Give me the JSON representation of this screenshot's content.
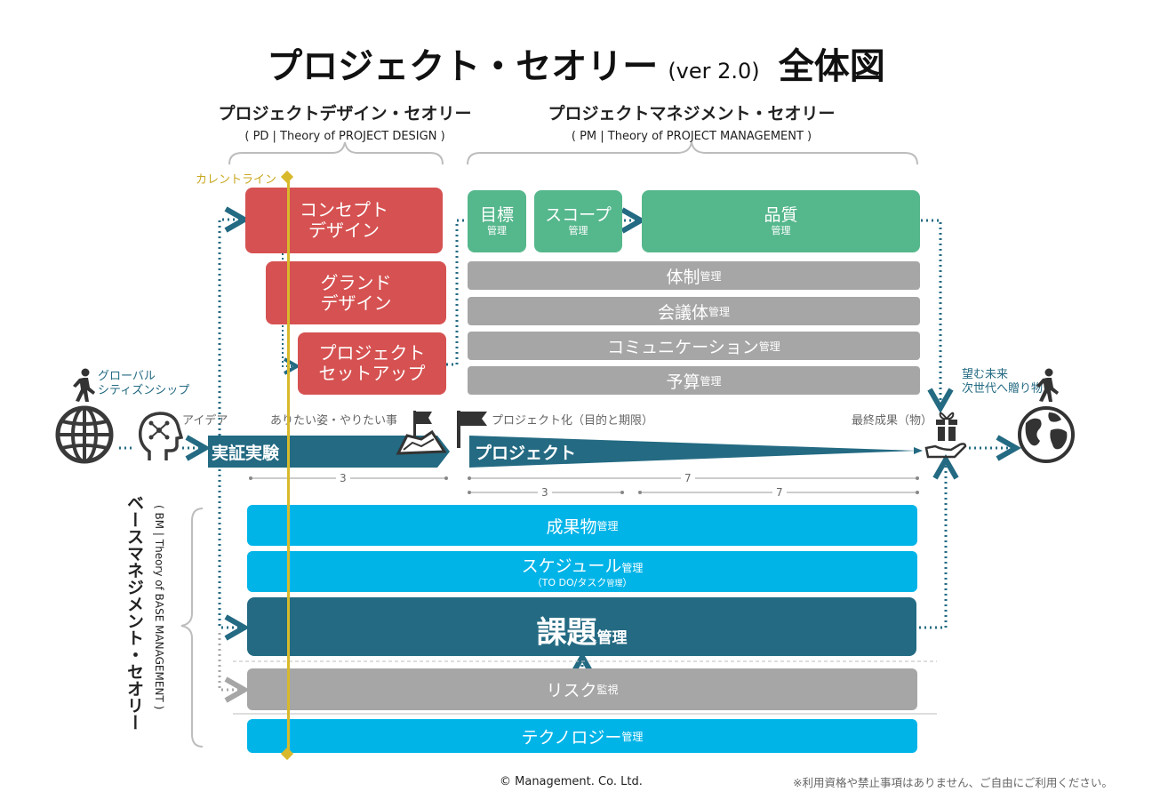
{
  "title": {
    "main": "プロジェクト・セオリー",
    "version": "(ver 2.0)",
    "suffix": "全体図"
  },
  "pd": {
    "title": "プロジェクトデザイン・セオリー",
    "subtitle": "( PD | Theory of PROJECT DESIGN )"
  },
  "pm": {
    "title": "プロジェクトマネジメント・セオリー",
    "subtitle": "( PM | Theory of PROJECT MANAGEMENT )"
  },
  "bm": {
    "title": "ベースマネジメント・セオリー",
    "subtitle": "( BM | Theory of BASE MANAGEMENT )"
  },
  "current_line_label": "カレントライン",
  "design": {
    "concept_l1": "コンセプト",
    "concept_l2": "デザイン",
    "grand_l1": "グランド",
    "grand_l2": "デザイン",
    "setup_l1": "プロジェクト",
    "setup_l2": "セットアップ"
  },
  "pm_boxes": {
    "goal": "目標",
    "goal_sub": "管理",
    "scope": "スコープ",
    "scope_sub": "管理",
    "quality": "品質",
    "quality_sub": "管理",
    "structure": "体制",
    "structure_sub": "管理",
    "meeting": "会議体",
    "meeting_sub": "管理",
    "comm": "コミュニケーション",
    "comm_sub": "管理",
    "budget": "予算",
    "budget_sub": "管理"
  },
  "left": {
    "global_l1": "グローバル",
    "global_l2": "シティズンシップ",
    "idea": "アイデア"
  },
  "flow": {
    "ideal": "ありたい姿・やりたい事",
    "projectize": "プロジェクト化（目的と期限）",
    "final": "最終成果（物）",
    "experiment": "実証実験",
    "project": "プロジェクト"
  },
  "right": {
    "future_l1": "望む未来",
    "future_l2": "次世代へ贈り物"
  },
  "ratios": {
    "a": "3",
    "b": "7",
    "c": "3",
    "d": "7"
  },
  "bm_boxes": {
    "deliverable": "成果物",
    "deliverable_sub": "管理",
    "schedule": "スケジュール",
    "schedule_sub": "管理",
    "todo": "（TO DO/タスク",
    "todo_sub": "管理",
    "todo_end": "）",
    "issue": "課題",
    "issue_sub": "管理",
    "risk": "リスク",
    "risk_sub": "監視",
    "tech": "テクノロジー",
    "tech_sub": "管理"
  },
  "footer": {
    "copyright": "© Management. Co. Ltd.",
    "note": "※利用資格や禁止事項はありません、ご自由にご利用ください。"
  },
  "colors": {
    "red": "#d65151",
    "green": "#55b78c",
    "gray": "#a6a6a6",
    "blue": "#00b4e8",
    "navy": "#236a82",
    "gold": "#d8b92c"
  }
}
